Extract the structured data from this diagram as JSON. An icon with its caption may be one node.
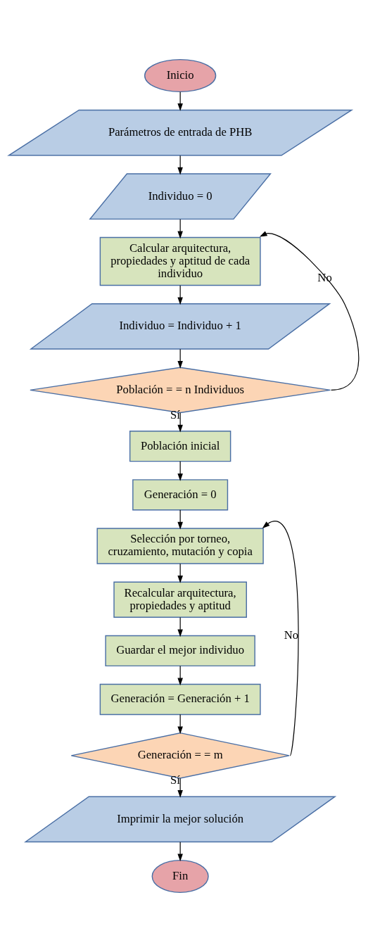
{
  "diagram": {
    "nodes": [
      {
        "text": [
          "Inicio"
        ]
      },
      {
        "text": [
          "Parámetros de entrada de PHB"
        ]
      },
      {
        "text": [
          "Individuo = 0"
        ]
      },
      {
        "text": [
          "Calcular arquitectura, propiedades y aptitud de cada individuo"
        ]
      },
      {
        "text": [
          "Individuo = Individuo + 1"
        ]
      },
      {
        "text": [
          "Población = = n Individuos"
        ]
      },
      {
        "text": [
          "Población inicial"
        ]
      },
      {
        "text": [
          "Generación = 0"
        ]
      },
      {
        "text": [
          "Selección por torneo, cruzamiento, mutación y copia"
        ]
      },
      {
        "text": [
          "Recalcular arquitectura, propiedades y aptitud"
        ]
      },
      {
        "text": [
          "Guardar el mejor individuo"
        ]
      },
      {
        "text": [
          "Generación = Generación + 1"
        ]
      },
      {
        "text": [
          "Generación = = m"
        ]
      },
      {
        "text": [
          "Imprimir la mejor solución"
        ]
      },
      {
        "text": [
          "Fin"
        ]
      }
    ],
    "edges": [
      {
        "from": 0,
        "to": 1,
        "arrow": "to"
      },
      {
        "from": 1,
        "to": 2,
        "arrow": "to"
      },
      {
        "from": 2,
        "to": 3,
        "arrow": "to"
      },
      {
        "from": 3,
        "to": 4,
        "arrow": "to"
      },
      {
        "from": 4,
        "to": 5,
        "arrow": "to"
      },
      {
        "from": 5,
        "to": 3,
        "arrow": "to",
        "label": "No"
      },
      {
        "from": 5,
        "to": 6,
        "arrow": "to",
        "label": "Sí"
      },
      {
        "from": 6,
        "to": 7,
        "arrow": "to"
      },
      {
        "from": 7,
        "to": 8,
        "arrow": "to"
      },
      {
        "from": 8,
        "to": 9,
        "arrow": "to"
      },
      {
        "from": 9,
        "to": 10,
        "arrow": "to"
      },
      {
        "from": 10,
        "to": 11,
        "arrow": "to"
      },
      {
        "from": 11,
        "to": 12,
        "arrow": "to"
      },
      {
        "from": 12,
        "to": 8,
        "arrow": "to",
        "label": "No"
      },
      {
        "from": 12,
        "to": 13,
        "arrow": "to",
        "label": "Sí"
      },
      {
        "from": 13,
        "to": 14,
        "arrow": "to"
      }
    ]
  }
}
